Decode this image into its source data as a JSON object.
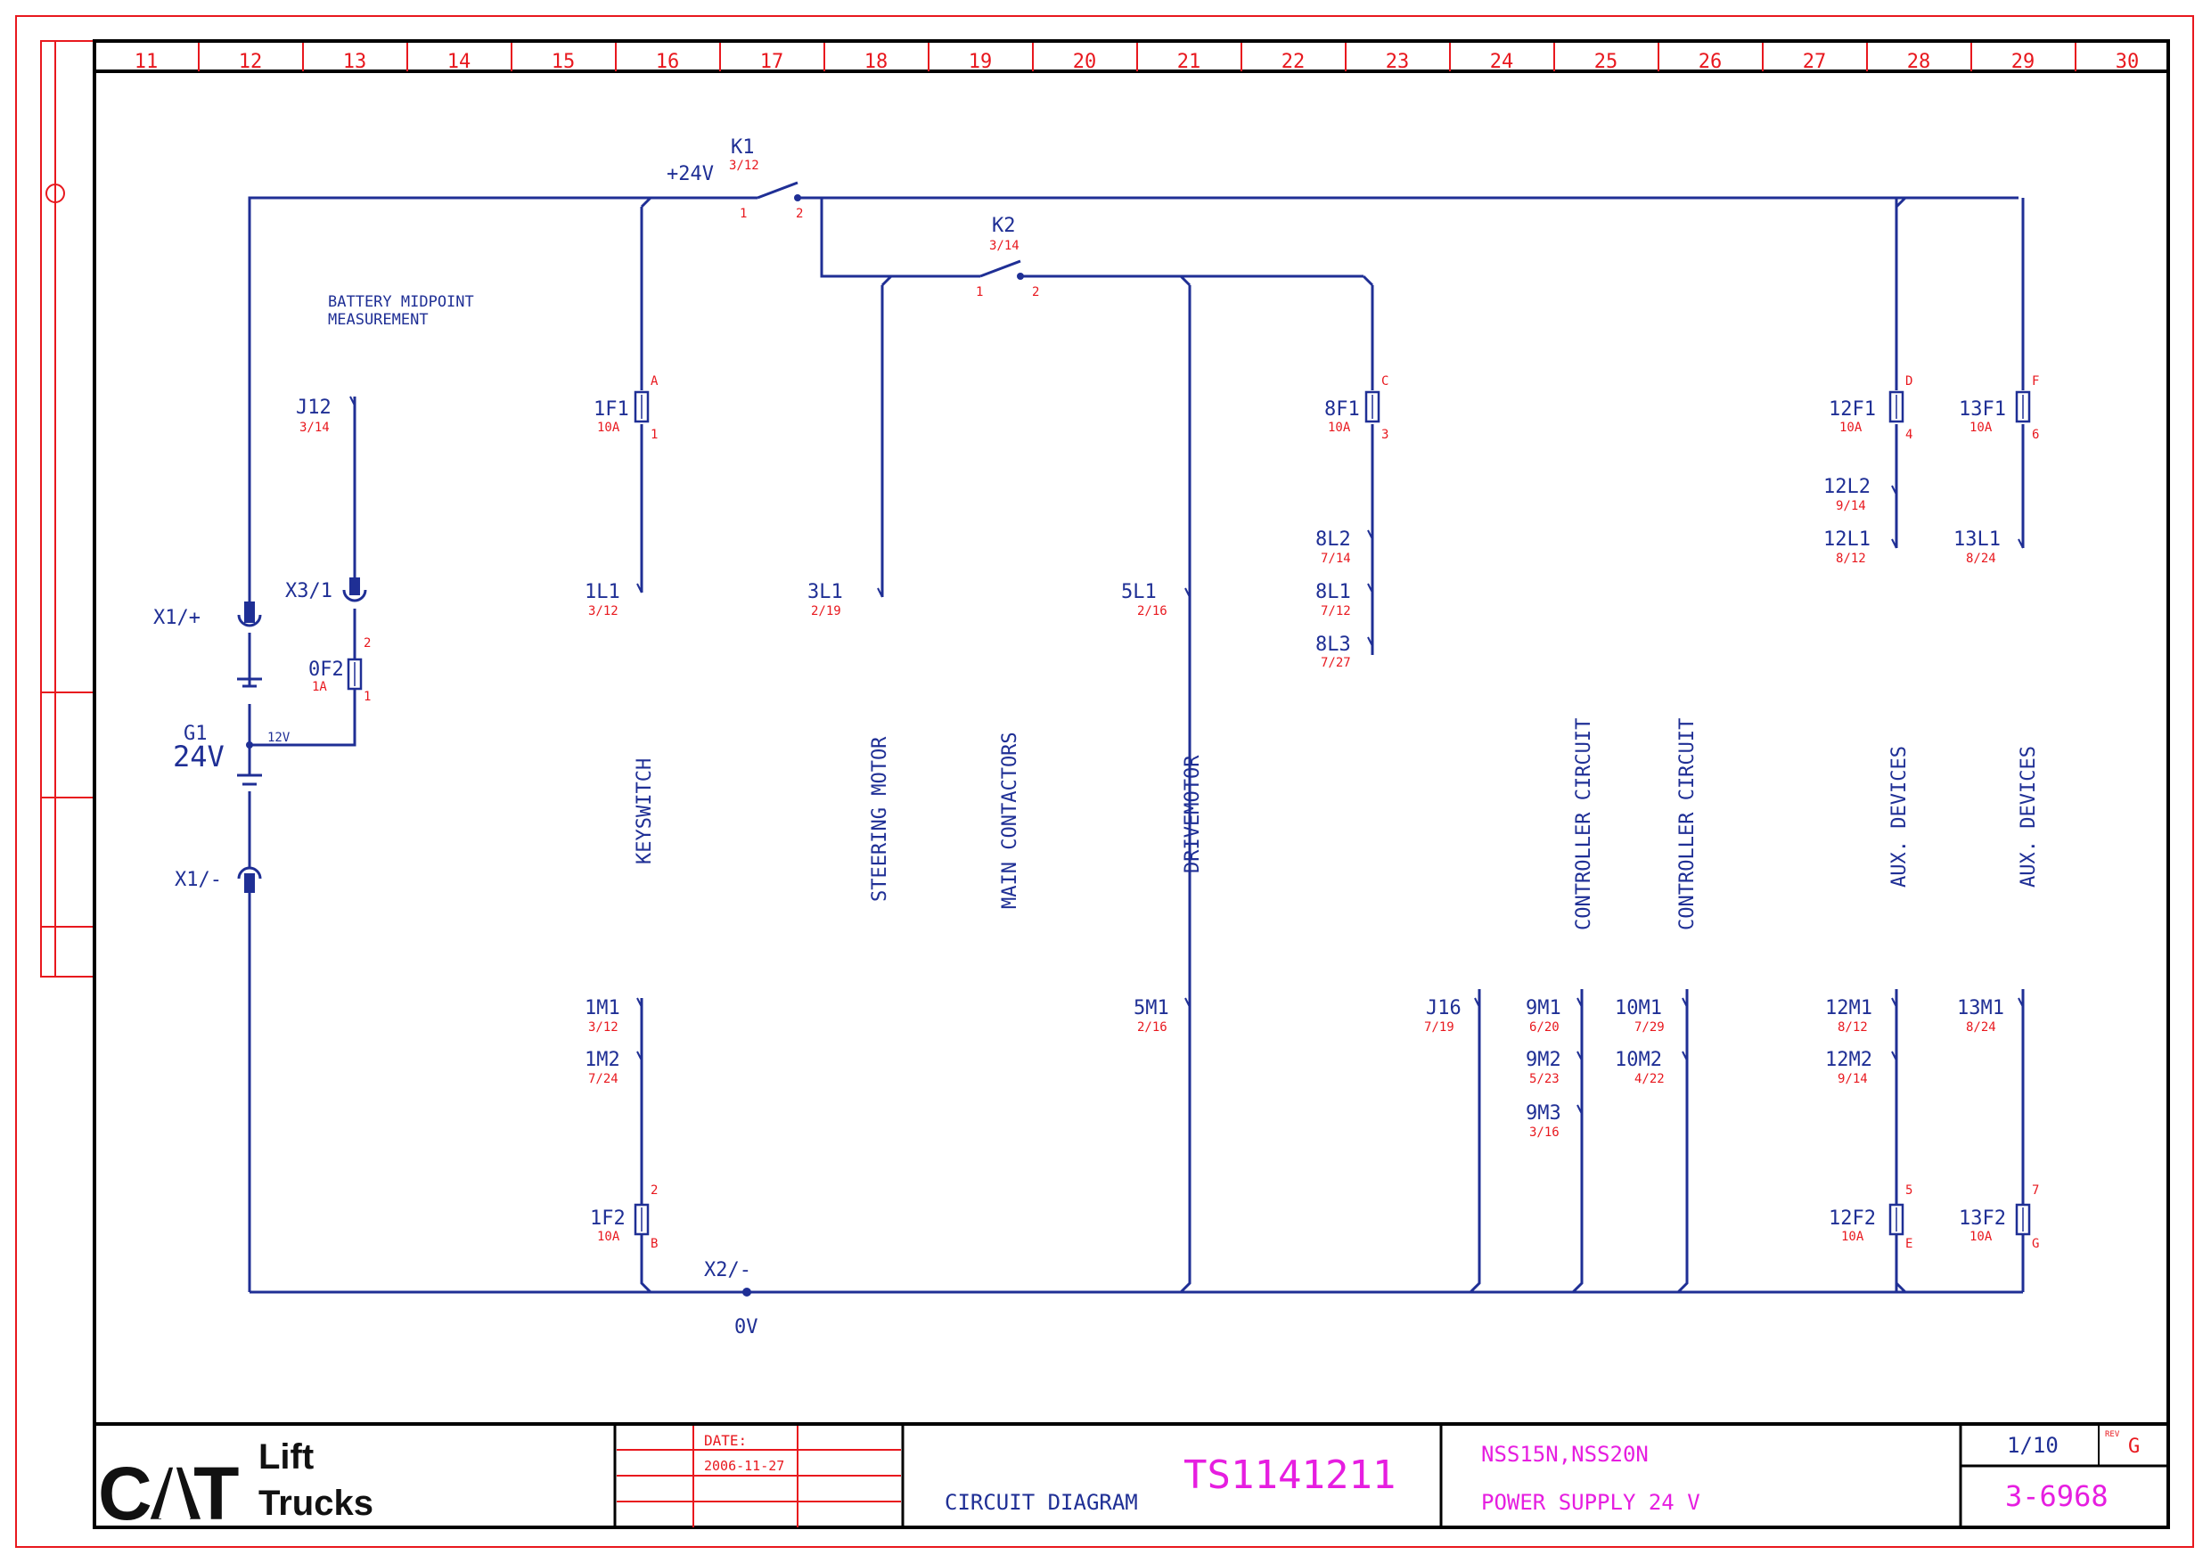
{
  "columns": [
    "11",
    "12",
    "13",
    "14",
    "15",
    "16",
    "17",
    "18",
    "19",
    "20",
    "21",
    "22",
    "23",
    "24",
    "25",
    "26",
    "27",
    "28",
    "29",
    "30"
  ],
  "note": {
    "line1": "BATTERY MIDPOINT",
    "line2": "MEASUREMENT"
  },
  "battery": {
    "name": "G1",
    "voltage": "24V",
    "mid": "12V"
  },
  "connectors": {
    "x1_plus": "X1/+",
    "x1_minus": "X1/-",
    "x3": "X3/1",
    "j12": "J12",
    "j12_ref": "3/14",
    "x2": "X2/-",
    "zero_v": "0V",
    "plus24": "+24V"
  },
  "relays": {
    "k1": {
      "name": "K1",
      "ref": "3/12",
      "p1": "1",
      "p2": "2"
    },
    "k2": {
      "name": "K2",
      "ref": "3/14",
      "p1": "1",
      "p2": "2"
    }
  },
  "fuses": [
    {
      "name": "0F2",
      "rating": "1A",
      "top": "2",
      "bottom": "1"
    },
    {
      "name": "1F1",
      "rating": "10A",
      "top": "A",
      "bottom": "1"
    },
    {
      "name": "8F1",
      "rating": "10A",
      "top": "C",
      "bottom": "3"
    },
    {
      "name": "12F1",
      "rating": "10A",
      "top": "D",
      "bottom": "4"
    },
    {
      "name": "13F1",
      "rating": "10A",
      "top": "F",
      "bottom": "6"
    },
    {
      "name": "1F2",
      "rating": "10A",
      "top": "2",
      "bottom": "B"
    },
    {
      "name": "12F2",
      "rating": "10A",
      "top": "5",
      "bottom": "E"
    },
    {
      "name": "13F2",
      "rating": "10A",
      "top": "7",
      "bottom": "G"
    }
  ],
  "refs": [
    {
      "name": "1L1",
      "ref": "3/12"
    },
    {
      "name": "3L1",
      "ref": "2/19"
    },
    {
      "name": "5L1",
      "ref": "2/16"
    },
    {
      "name": "8L2",
      "ref": "7/14"
    },
    {
      "name": "8L1",
      "ref": "7/12"
    },
    {
      "name": "8L3",
      "ref": "7/27"
    },
    {
      "name": "12L2",
      "ref": "9/14"
    },
    {
      "name": "12L1",
      "ref": "8/12"
    },
    {
      "name": "13L1",
      "ref": "8/24"
    },
    {
      "name": "1M1",
      "ref": "3/12"
    },
    {
      "name": "1M2",
      "ref": "7/24"
    },
    {
      "name": "5M1",
      "ref": "2/16"
    },
    {
      "name": "J16",
      "ref": "7/19"
    },
    {
      "name": "9M1",
      "ref": "6/20"
    },
    {
      "name": "9M2",
      "ref": "5/23"
    },
    {
      "name": "9M3",
      "ref": "3/16"
    },
    {
      "name": "10M1",
      "ref": "7/29"
    },
    {
      "name": "10M2",
      "ref": "4/22"
    },
    {
      "name": "12M1",
      "ref": "8/12"
    },
    {
      "name": "12M2",
      "ref": "9/14"
    },
    {
      "name": "13M1",
      "ref": "8/24"
    }
  ],
  "circuits": [
    "KEYSWITCH",
    "STEERING MOTOR",
    "MAIN CONTACTORS",
    "DRIVEMOTOR",
    "CONTROLLER CIRCUIT",
    "CONTROLLER CIRCUIT",
    "AUX. DEVICES",
    "AUX. DEVICES"
  ],
  "title_block": {
    "logo_cat": "CAT",
    "logo_lift": "Lift",
    "logo_trucks": "Trucks",
    "date_label": "DATE:",
    "date": "2006-11-27",
    "diagram_type": "CIRCUIT DIAGRAM",
    "drawing_no": "TS1141211",
    "models": "NSS15N,NSS20N",
    "subject": "POWER SUPPLY 24 V",
    "sheet": "1/10",
    "rev_label": "REV",
    "rev": "G",
    "page_code": "3-6968"
  },
  "colors": {
    "frame": "#e8181e",
    "wire": "#1f2f95",
    "accent": "#e61ee0"
  }
}
